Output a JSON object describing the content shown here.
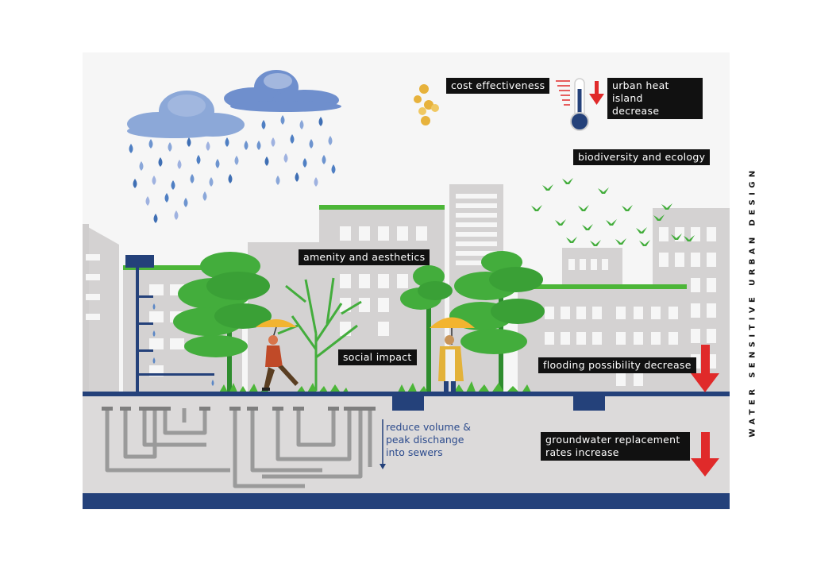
{
  "side_title": "WATER SENSITIVE URBAN DESIGN",
  "labels": {
    "cost": "cost effectiveness",
    "heat_island_line1": "urban heat island",
    "heat_island_line2": "decrease",
    "biodiversity": "biodiversity and ecology",
    "amenity": "amenity and aesthetics",
    "social": "social impact",
    "flooding": "flooding possibility decrease",
    "groundwater_line1": "groundwater replacement",
    "groundwater_line2": "rates  increase",
    "sewer_line1": "reduce volume &",
    "sewer_line2": "peak dischange",
    "sewer_line3": "into sewers"
  },
  "colors": {
    "background": "#f6f6f6",
    "building": "#d4d2d2",
    "window": "#b9b7b7",
    "ground": "#dcdada",
    "navy": "#24417a",
    "grass": "#4cb638",
    "tree": "#43ad3c",
    "tree_dark": "#2e8c2e",
    "pipe": "#9a9a9a",
    "arrow_red": "#e02a2a",
    "rain": "#5b87c5",
    "cloud": "#8ca8d8",
    "coin": "#e7b23c",
    "umbrella": "#f2b430",
    "label_bg": "#111111",
    "label_text": "#ffffff"
  },
  "icons": [
    "rain-cloud-icon",
    "rain-drop-icon",
    "coin-stack-icon",
    "thermometer-icon",
    "down-arrow-icon",
    "bird-icon",
    "umbrella-icon",
    "pipe-network-icon"
  ]
}
